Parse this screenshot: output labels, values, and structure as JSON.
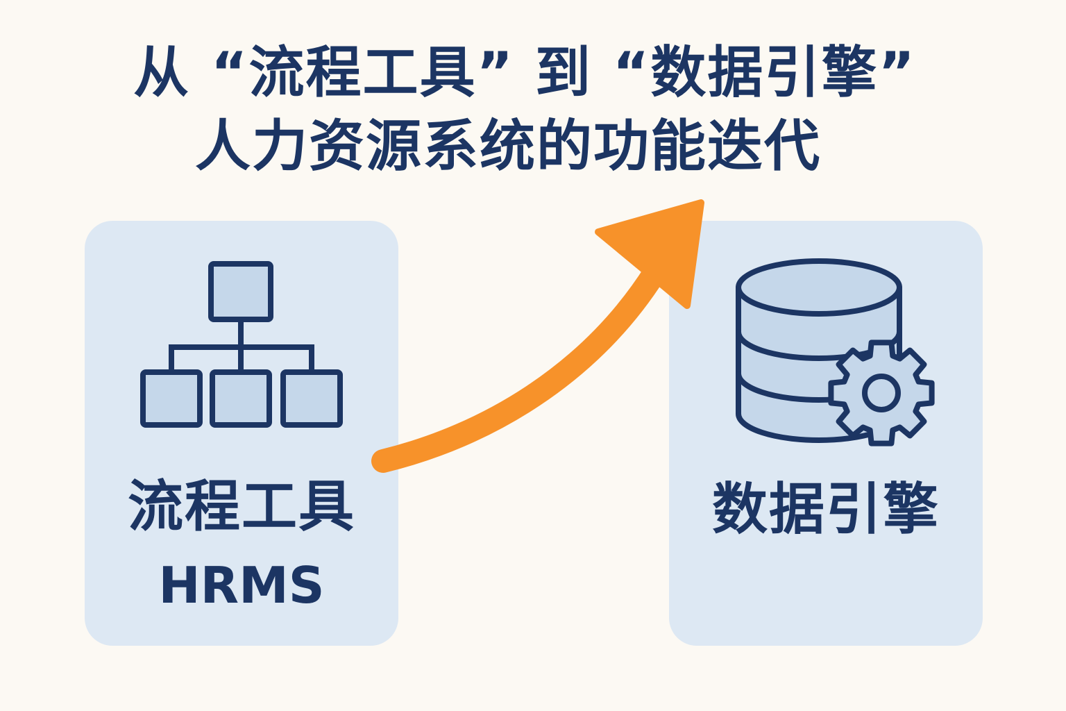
{
  "title": {
    "line1": "从 “流程工具” 到 “数据引擎”",
    "line2": "人力资源系统的功能迭代"
  },
  "left_card": {
    "label": "流程工具",
    "sublabel": "HRMS",
    "icon": "org-chart-icon"
  },
  "right_card": {
    "label": "数据引擎",
    "icon": "database-gear-icon"
  },
  "colors": {
    "background": "#fcf9f3",
    "card": "#dde8f3",
    "text": "#1c3563",
    "arrow": "#f7922a",
    "icon_fill": "#c5d7ea"
  }
}
